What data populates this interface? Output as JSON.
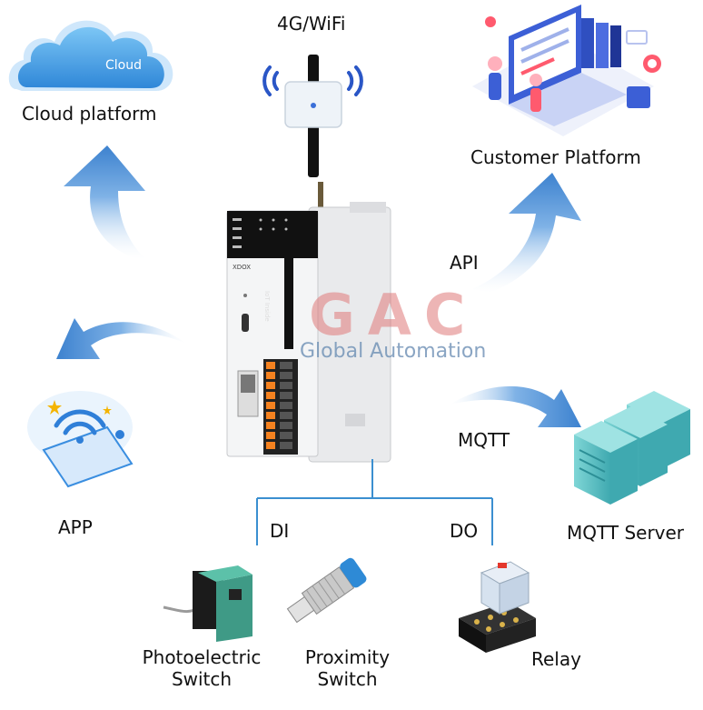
{
  "labels": {
    "wifi": "4G/WiFi",
    "cloud_platform": "Cloud platform",
    "cloud_text": "Cloud",
    "customer_platform": "Customer Platform",
    "api": "API",
    "mqtt": "MQTT",
    "mqtt_server": "MQTT Server",
    "app": "APP",
    "di": "DI",
    "do": "DO",
    "photoelectric_1": "Photoelectric",
    "photoelectric_2": "Switch",
    "proximity_1": "Proximity",
    "proximity_2": "Switch",
    "relay": "Relay"
  },
  "watermark": {
    "logo": "GAC",
    "text": "Global Automation"
  },
  "device": {
    "brand": "XDOX",
    "side_text": "IoT Inside"
  },
  "colors": {
    "arrow": "#4a8fd6",
    "arrow_light": "#cfe3f8",
    "cloud": "#4aa3e6",
    "server": "#5fc7c9",
    "wire": "#3b8fd0",
    "watermark_red": "#e07a7a",
    "watermark_blue": "#6d8fb5",
    "terminal": "#f58220"
  }
}
